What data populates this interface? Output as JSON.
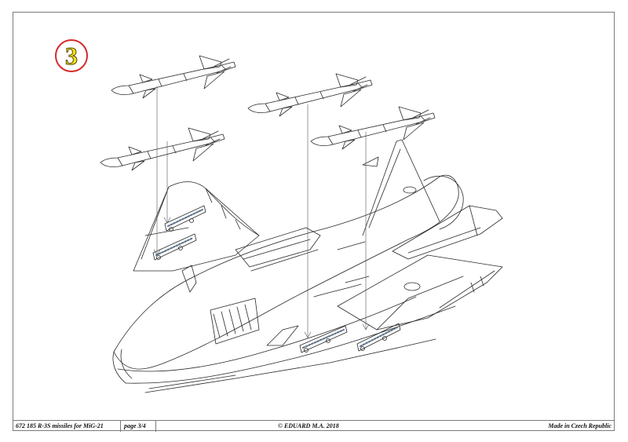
{
  "step": {
    "number": "3"
  },
  "footer": {
    "code": "672 185  R-3S missiles for MiG-21",
    "page": "page 3/4",
    "copyright": "© EDUARD  M.A. 2018",
    "origin": "Made in Czech Republic"
  },
  "colors": {
    "line": "#2a2a2a",
    "badge_ring": "#d42b2b",
    "badge_number": "#f2e21a",
    "rail_accent": "#5a6f86"
  },
  "drawing": {
    "subject": "mig21-airframe-lower-view",
    "missile_count": 4,
    "launch_rail_count": 4
  }
}
